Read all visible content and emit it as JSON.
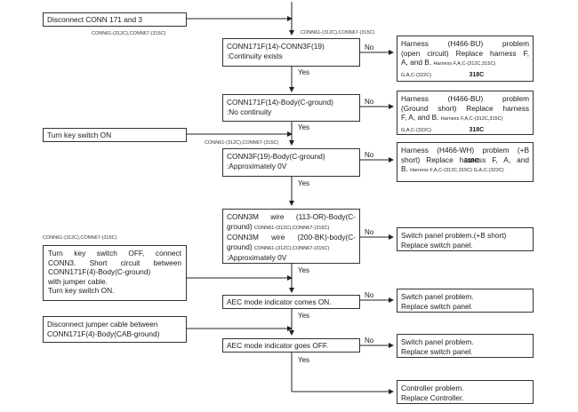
{
  "steps": {
    "disconnect_conn": "Disconnect CONN 171 and 3",
    "disconnect_conn_ref": "CONN61-(312C),CONN67-(315C)",
    "turn_key_on": "Turn key switch ON",
    "key_off_block": {
      "ref": "CONN61-(312C),CONN67-(315C)",
      "line1": "Turn key switch OFF, connect",
      "line2": "CONN3. Short circuit between",
      "line3": "CONN171F(4)-Body(C-ground)",
      "line4": "with jumper cable.",
      "line5": "Turn key switch ON."
    },
    "disconnect_jumper": {
      "line1": "Disconnect jumper cable between",
      "line2": "CONN171F(4)-Body(CAB-ground)"
    }
  },
  "checks": {
    "c1": {
      "ref": "CONN61-(312C),CONN67-(315C)",
      "line1": "CONN171F(14)-CONN3F(19)",
      "line2": ":Continuity exists"
    },
    "c2": {
      "line1": "CONN171F(14)-Body(C-ground)",
      "line2": ":No continuity"
    },
    "c3": {
      "ref": "CONN61-(312C),CONN67-(315C)",
      "line1": "CONN3F(19)-Body(C-ground)",
      "line2": ":Approximately 0V"
    },
    "c4": {
      "line1": "CONN3M wire (113-OR)-Body(C-",
      "line2a": "ground)",
      "line2b": "CONN61-(312C),CONN67-(315C)",
      "line3": "CONN3M wire (200-BK)-body(C-",
      "line4a": "ground)",
      "line4b": "CONN61-(312C),CONN67-(315C)",
      "line5": ":Approximately 0V"
    },
    "c5": {
      "text": "AEC mode indicator comes ON."
    },
    "c6": {
      "text": "AEC mode indicator goes OFF."
    }
  },
  "results": {
    "r1": {
      "line1": "Harness (H466-BU) problem",
      "line2": "(open circuit) Replace harness F,",
      "line3a": "A, and B.",
      "line3b": "Harness F,A,C-(312C,315C)",
      "line4a": "G,A,C-(322C)",
      "line4b": "318C"
    },
    "r2": {
      "line1": "Harness (H466-BU) problem",
      "line2": "(Ground short) Replace harness",
      "line3a": "F, A, and B.",
      "line3b": "Harness F,A,C-(312C,315C)",
      "line4a": "G,A,C-(322C)",
      "line4b": "318C"
    },
    "r3": {
      "line1": "Harness (H466-WH) problem (+B",
      "line2": "short) Replace harness F, A, and",
      "line3a": "B.",
      "line3b": "Harness F,A,C-(312C,315C) G,A,C-(322C)",
      "code": "318C"
    },
    "r4": {
      "line1": "Switch panel problem.(+B short)",
      "line2": "Replace switch panel."
    },
    "r5": {
      "line1": "Switch panel problem.",
      "line2": "Replace switch panel."
    },
    "r6": {
      "line1": "Switch panel problem.",
      "line2": "Replace switch panel."
    },
    "r7": {
      "line1": "Controller problem.",
      "line2": "Replace Controller."
    }
  },
  "labels": {
    "yes": "Yes",
    "no": "No"
  }
}
